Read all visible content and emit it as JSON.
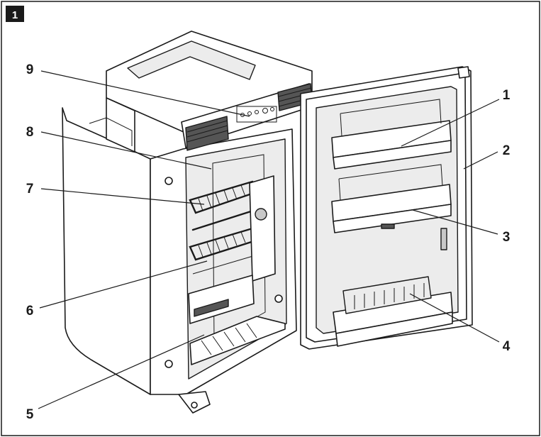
{
  "figure": {
    "number": "1",
    "callouts": [
      {
        "id": "1",
        "label": "1"
      },
      {
        "id": "2",
        "label": "2"
      },
      {
        "id": "3",
        "label": "3"
      },
      {
        "id": "4",
        "label": "4"
      },
      {
        "id": "5",
        "label": "5"
      },
      {
        "id": "6",
        "label": "6"
      },
      {
        "id": "7",
        "label": "7"
      },
      {
        "id": "8",
        "label": "8"
      },
      {
        "id": "9",
        "label": "9"
      }
    ]
  },
  "colors": {
    "line": "#1a1a1a",
    "badge": "#1a1a1a",
    "background": "#ffffff"
  }
}
